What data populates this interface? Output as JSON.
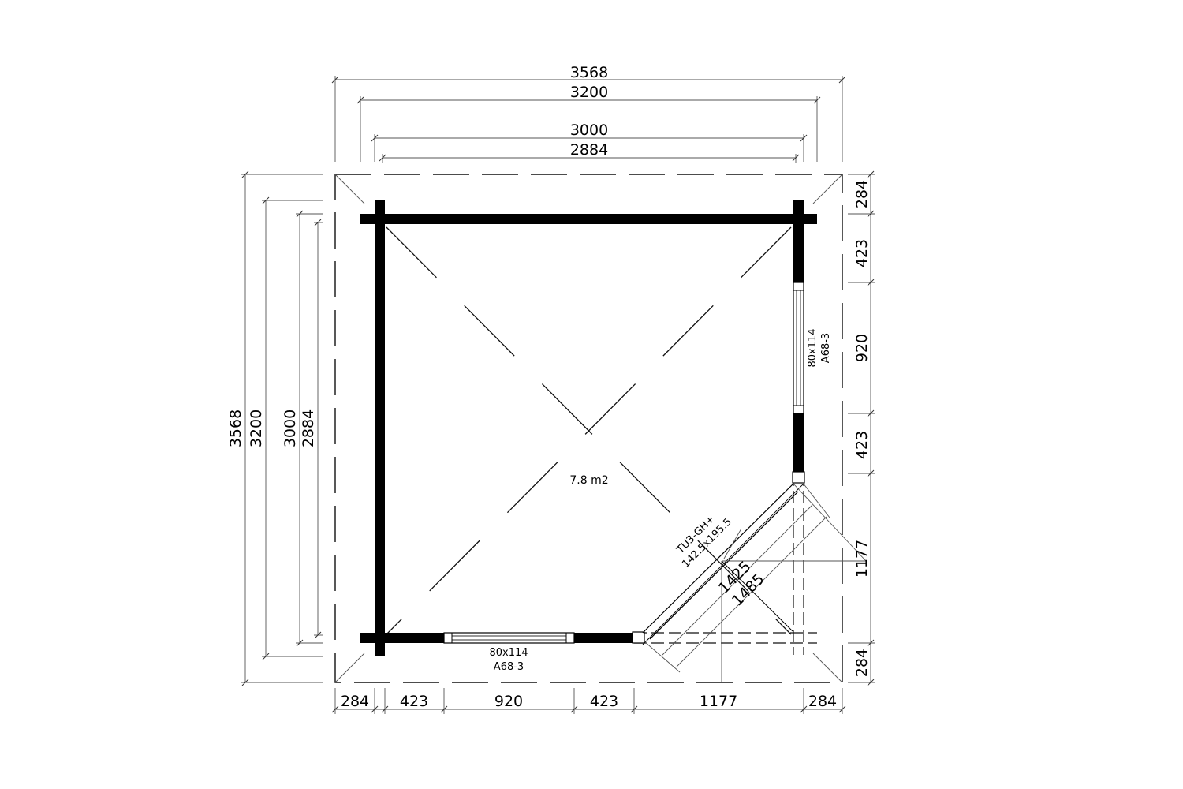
{
  "dimensions": {
    "top": [
      "3568",
      "3200",
      "3000",
      "2884"
    ],
    "left": [
      "3568",
      "3200",
      "3000",
      "2884"
    ],
    "bottom": [
      "284",
      "423",
      "920",
      "423",
      "1177",
      "284"
    ],
    "right": [
      "284",
      "423",
      "920",
      "423",
      "1177",
      "284"
    ]
  },
  "room": {
    "area": "7.8 m2"
  },
  "windows": {
    "right": {
      "size": "80x114",
      "code": "A68-3"
    },
    "bottom": {
      "size": "80x114",
      "code": "A68-3"
    }
  },
  "door": {
    "model": "TU3-GH+",
    "size": "142.5x195.5",
    "width_inner": "1425",
    "width_outer": "1485"
  }
}
